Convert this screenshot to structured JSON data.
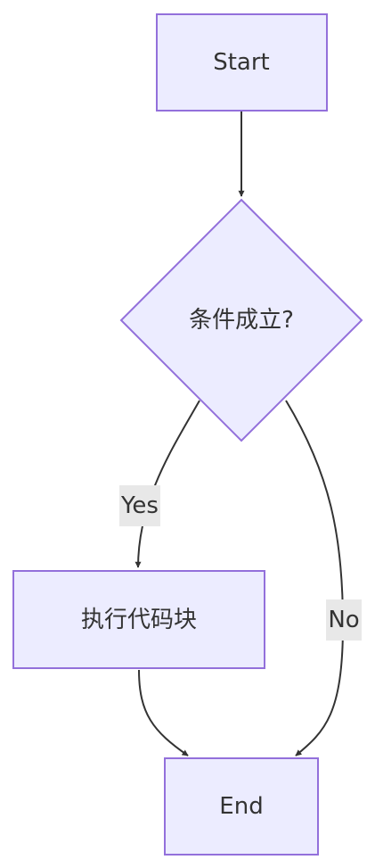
{
  "colors": {
    "node_fill": "#ececff",
    "node_stroke": "#9370db",
    "edge_stroke": "#333333",
    "edge_label_bg": "#e8e8e8",
    "text": "#333333"
  },
  "nodes": {
    "start": {
      "label": "Start"
    },
    "decision": {
      "label": "条件成立?"
    },
    "execute": {
      "label": "执行代码块"
    },
    "end": {
      "label": "End"
    }
  },
  "edges": {
    "yes": {
      "label": "Yes"
    },
    "no": {
      "label": "No"
    }
  }
}
